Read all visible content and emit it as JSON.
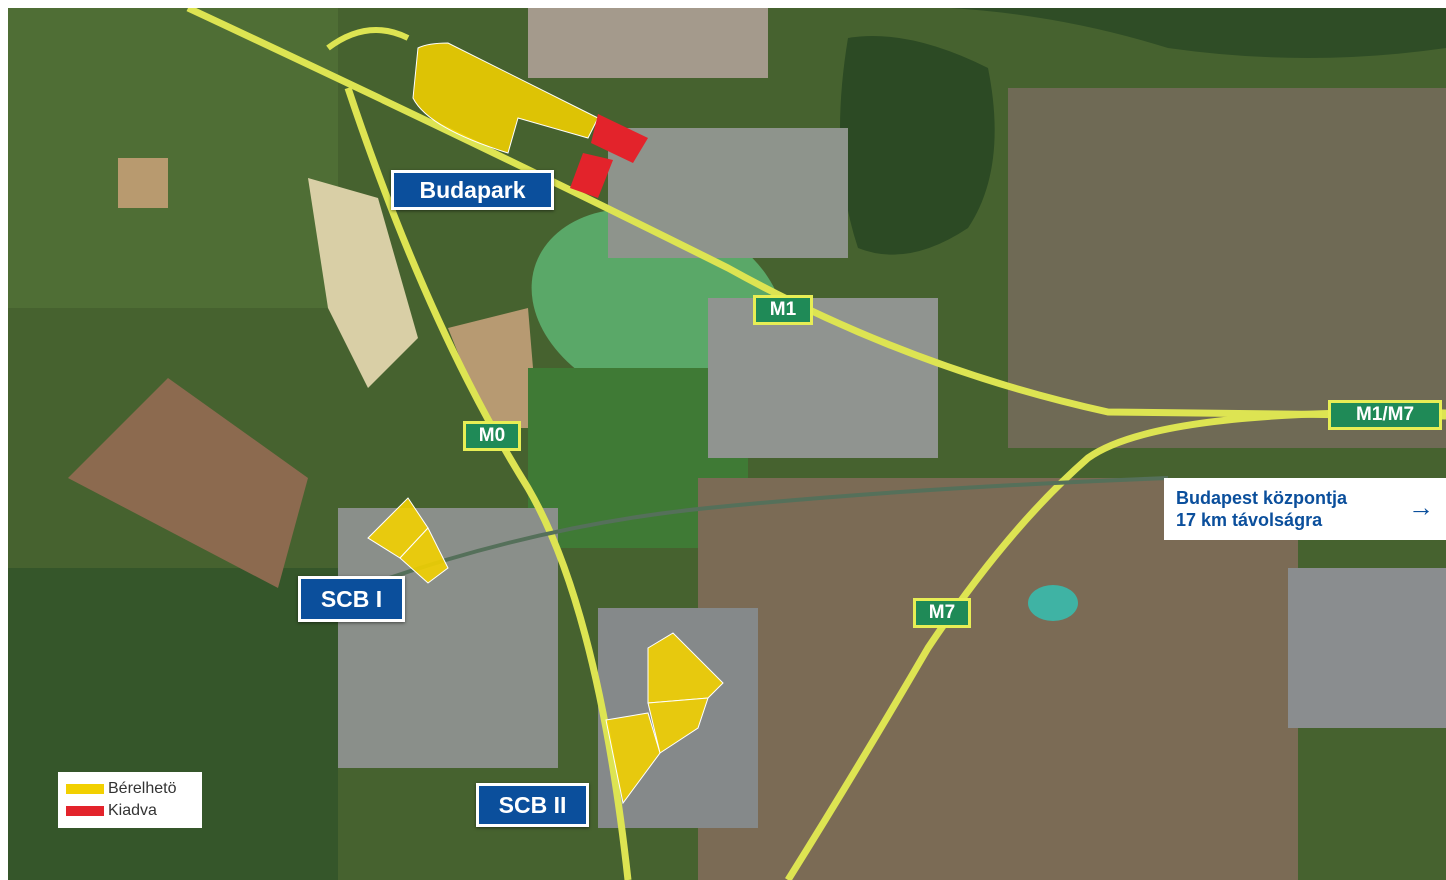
{
  "colors": {
    "available": "#f2d000",
    "leased": "#e3232b",
    "highway": "#dde452",
    "label_blue": "#0b4f9c",
    "road_green": "#1f8a57"
  },
  "sites": [
    {
      "id": "budapark",
      "name": "Budapark"
    },
    {
      "id": "scb1",
      "name": "SCB I"
    },
    {
      "id": "scb2",
      "name": "SCB II"
    }
  ],
  "roads": [
    {
      "id": "m1",
      "name": "M1"
    },
    {
      "id": "m0",
      "name": "M0"
    },
    {
      "id": "m7",
      "name": "M7"
    },
    {
      "id": "m1m7",
      "name": "M1/M7"
    }
  ],
  "distance_note": {
    "line1": "Budapest központja",
    "line2": "17 km távolságra",
    "arrow": "→"
  },
  "legend": {
    "items": [
      {
        "label": "Bérelhetö",
        "color": "#f2d000"
      },
      {
        "label": "Kiadva",
        "color": "#e3232b"
      }
    ]
  }
}
